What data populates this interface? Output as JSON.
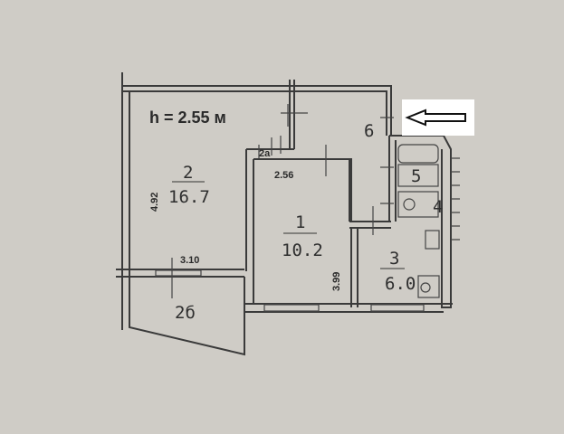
{
  "plan": {
    "ceiling_height": "h = 2.55 м",
    "rooms": [
      {
        "number": "1",
        "area": "10.2"
      },
      {
        "number": "2",
        "area": "16.7"
      },
      {
        "number": "3",
        "area": "6.0"
      },
      {
        "number": "4"
      },
      {
        "number": "5"
      },
      {
        "number": "6"
      },
      {
        "number": "2а"
      },
      {
        "number": "2б"
      }
    ],
    "dimensions": {
      "room2_height": "4.92",
      "room2_width": "3.10",
      "room1_width": "2.56",
      "room1_height": "3.99"
    },
    "entrance_marker": "arrow-left-icon"
  }
}
